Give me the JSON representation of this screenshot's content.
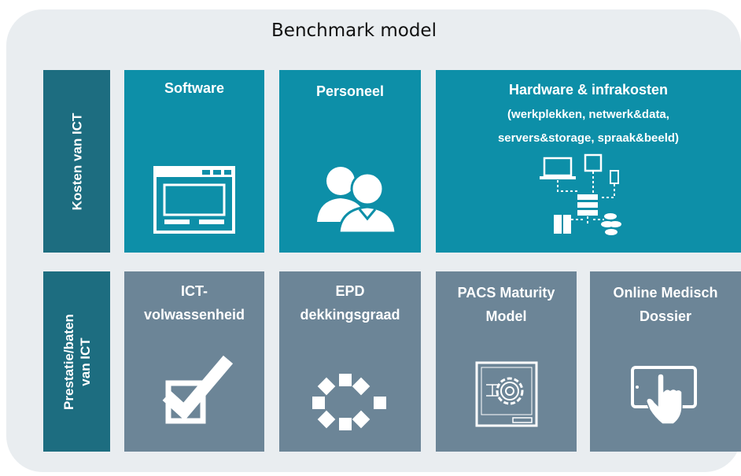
{
  "title": "Benchmark model",
  "rows": {
    "costs_label": "Kosten van ICT",
    "benefits_label_line1": "Prestatie/baten",
    "benefits_label_line2": "van ICT"
  },
  "tiles": {
    "software": {
      "label": "Software",
      "icon": "application-window-icon"
    },
    "personeel": {
      "label": "Personeel",
      "icon": "people-icon"
    },
    "hardware": {
      "label": "Hardware & infrakosten",
      "sub_line1": "(werkplekken, netwerk&data,",
      "sub_line2": "servers&storage, spraak&beeld)",
      "icon": "network-devices-icon"
    },
    "ict": {
      "line1": "ICT-",
      "line2": "volwassenheid",
      "icon": "checkbox-checked-icon"
    },
    "epd": {
      "line1": "EPD",
      "line2": "dekkingsgraad",
      "icon": "loading-squares-icon"
    },
    "pacs": {
      "line1": "PACS Maturity",
      "line2": "Model",
      "icon": "gear-blueprint-icon"
    },
    "omd": {
      "line1": "Online Medisch",
      "line2": "Dossier",
      "icon": "tablet-touch-icon"
    }
  },
  "colors": {
    "panel": "#e9edf0",
    "row_label": "#1d6d80",
    "cost_tile": "#0d8fa8",
    "benefit_tile": "#6c8597"
  }
}
